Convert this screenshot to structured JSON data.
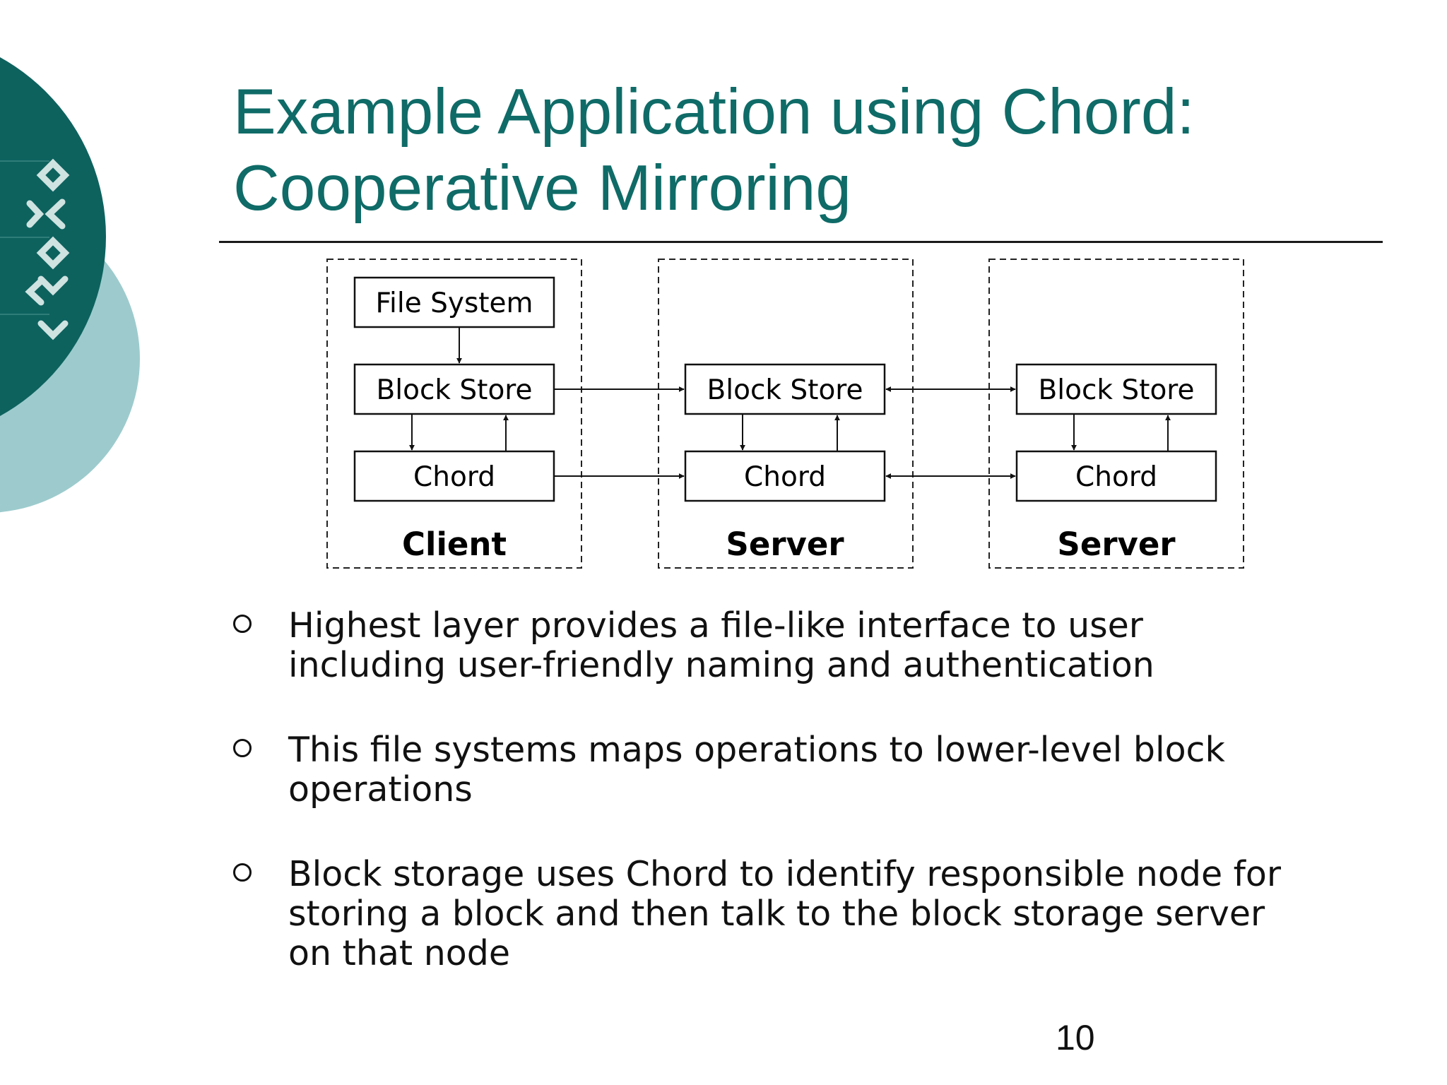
{
  "slide": {
    "title_line1": "Example Application using Chord:",
    "title_line2": "Cooperative Mirroring",
    "page_number": "10"
  },
  "diagram": {
    "nodes": [
      {
        "label": "Client",
        "layers": [
          "File System",
          "Block Store",
          "Chord"
        ]
      },
      {
        "label": "Server",
        "layers": [
          "Block Store",
          "Chord"
        ]
      },
      {
        "label": "Server",
        "layers": [
          "Block Store",
          "Chord"
        ]
      }
    ]
  },
  "bullets": [
    {
      "lines": [
        "Highest layer provides a file-like interface to user",
        "including user-friendly naming and authentication"
      ]
    },
    {
      "lines": [
        "This file systems maps operations to lower-level block",
        "operations"
      ]
    },
    {
      "lines": [
        "Block storage uses Chord to identify responsible node for",
        "storing a block and then talk to the block storage server",
        "on that node"
      ]
    }
  ],
  "colors": {
    "title": "#0f6b67",
    "deco_dark": "#0d625e",
    "deco_light": "#9dcbcd"
  }
}
